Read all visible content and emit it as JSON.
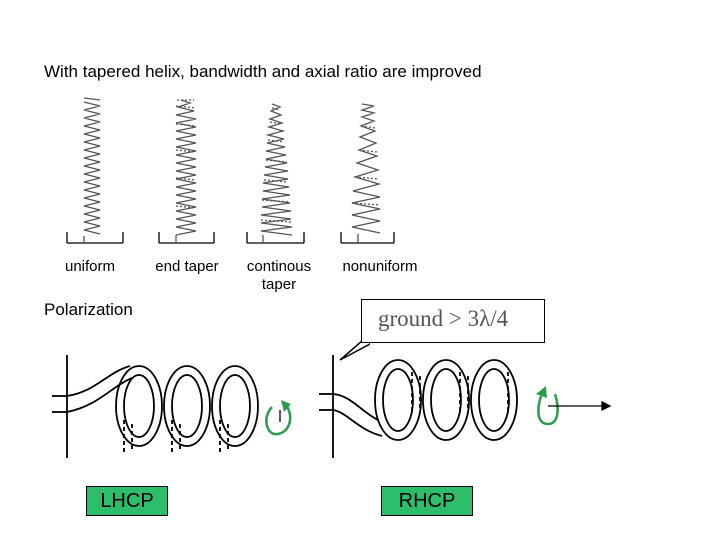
{
  "title": "With tapered helix, bandwidth and axial ratio are improved",
  "helix_types": {
    "uniform": "uniform",
    "end_taper": "end taper",
    "continuous_taper": "continous taper",
    "nonuniform": "nonuniform"
  },
  "polarization_heading": "Polarization",
  "callout": {
    "text": "ground > 3λ/4"
  },
  "polarization_labels": {
    "left": "LHCP",
    "right": "RHCP"
  },
  "colors": {
    "label_box": "#2ebd6b",
    "rotation_arrow": "#2e9a4e"
  }
}
